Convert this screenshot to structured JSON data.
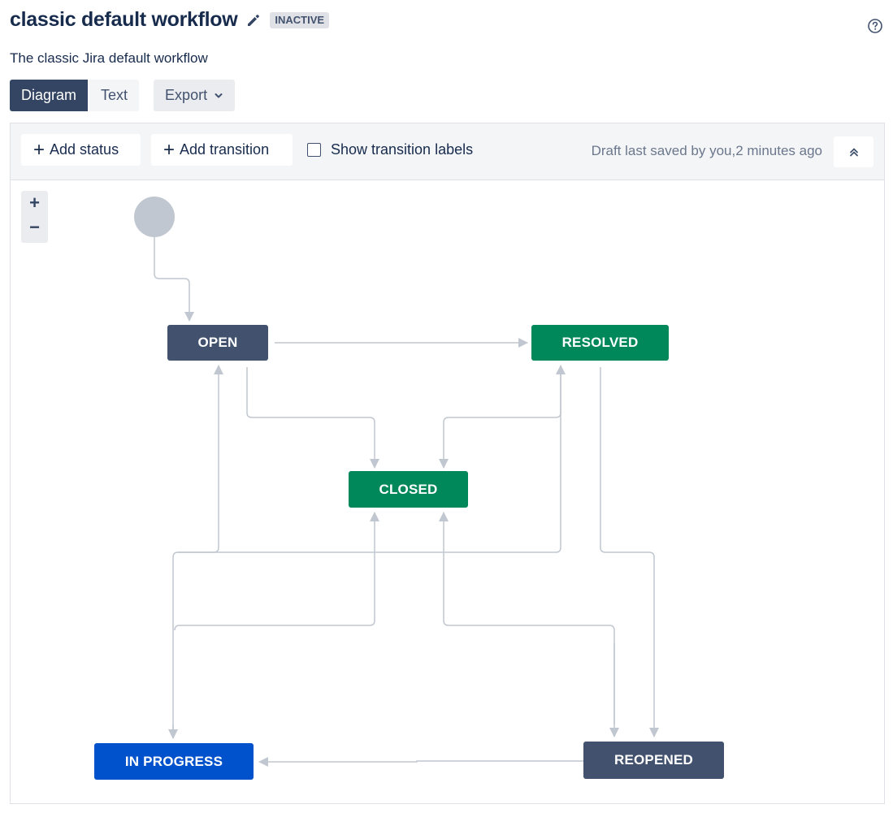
{
  "header": {
    "title": "classic default workflow",
    "status": "INACTIVE",
    "description": "The classic Jira default workflow"
  },
  "tabs": {
    "diagram": "Diagram",
    "text": "Text",
    "export": "Export"
  },
  "toolbar": {
    "add_status": "Add status",
    "add_transition": "Add transition",
    "show_labels": "Show transition labels",
    "show_labels_checked": false,
    "draft_status": "Draft last saved by you,2 minutes ago"
  },
  "zoom": {
    "in": "+",
    "out": "−"
  },
  "workflow": {
    "statuses": {
      "open": "OPEN",
      "resolved": "RESOLVED",
      "closed": "CLOSED",
      "in_progress": "IN PROGRESS",
      "reopened": "REOPENED"
    }
  },
  "colors": {
    "todo": "#42526e",
    "done": "#00875a",
    "in_progress": "#0052cc",
    "start": "#c1c7d0",
    "transition": "#c1c7d0",
    "active_tab": "#344563"
  }
}
